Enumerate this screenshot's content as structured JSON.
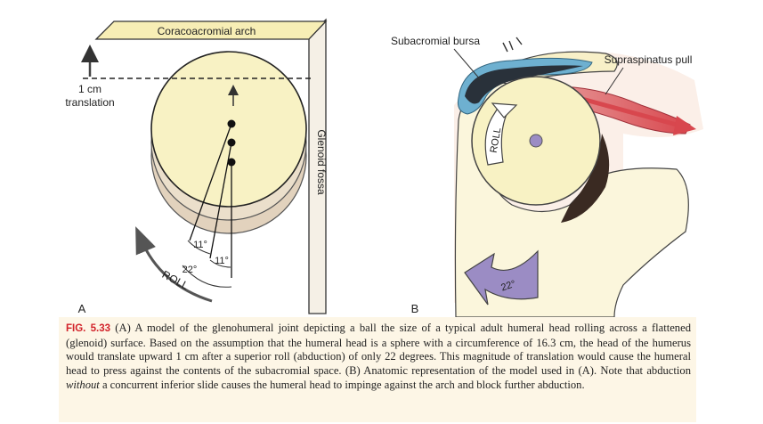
{
  "panel_a": {
    "label": "A",
    "arch_label": "Coracoacromial arch",
    "fossa_label": "Glenoid fossa",
    "translation_value": "1 cm",
    "translation_word": "translation",
    "angle_small_1": "11°",
    "angle_small_2": "11°",
    "angle_large": "22°",
    "roll_label": "ROLL"
  },
  "panel_b": {
    "label": "B",
    "bursa_label": "Subacromial bursa",
    "pull_label": "Supraspinatus pull",
    "roll_label": "ROLL",
    "angle_label": "22°"
  },
  "caption": {
    "fig_label": "FIG. 5.33",
    "part1": " (A) A model of the glenohumeral joint depicting a ball the size of a typical adult humeral head rolling across a flattened (glenoid) surface. Based on the assumption that the humeral head is a sphere with a circumference of 16.3 cm, the head of the humerus would translate upward 1 cm after a superior roll (abduction) of only 22 degrees. This magnitude of translation would cause the humeral head to press against the contents of the subacromial space. (B) Anatomic representation of the model used in (A). Note that abduction ",
    "emphasis": "without",
    "part2": " a concurrent inferior slide causes the humeral head to impinge against the arch and block further abduction."
  },
  "colors": {
    "head_fill": "#f8f2c4",
    "shadow_fill": "#e2d2bd",
    "arch_fill": "#f7eeb5",
    "bursa_blue": "#6eb0d0",
    "muscle_red": "#d8474e",
    "bone_fill": "#fbf6dc",
    "arrow_purple": "#8e7fbe",
    "caption_bg": "#fdf6e6",
    "fig_label_red": "#d2232a"
  }
}
